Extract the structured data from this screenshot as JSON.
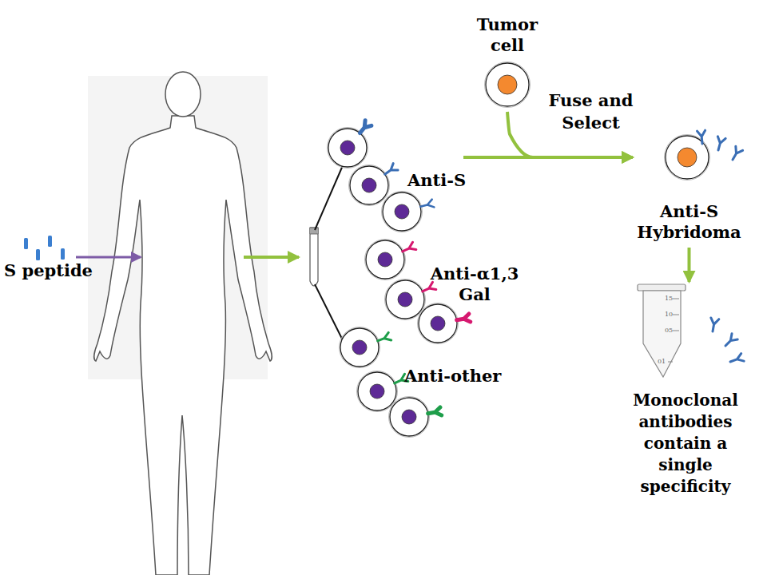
{
  "diagram": {
    "nodes": [
      {
        "text": [
          "Tumor cell"
        ]
      },
      {
        "text": [
          "Anti-S"
        ]
      },
      {
        "text": [
          "Anti-α1,3 Gal"
        ]
      },
      {
        "text": [
          "Anti-other"
        ]
      },
      {
        "text": [
          "Anti-S Hybridoma"
        ]
      },
      {
        "text": [
          "Monoclonal antibodies contain a single specificity"
        ]
      }
    ],
    "edges": [
      {
        "from": 1,
        "to": 4,
        "label": "Fuse and Select",
        "arrow": "to"
      },
      {
        "from": 0,
        "to": 4,
        "arrow": "to"
      },
      {
        "from": 4,
        "to": 5,
        "arrow": "to"
      }
    ],
    "labels": [
      "S peptide",
      "15",
      "10",
      "05",
      "01"
    ]
  }
}
